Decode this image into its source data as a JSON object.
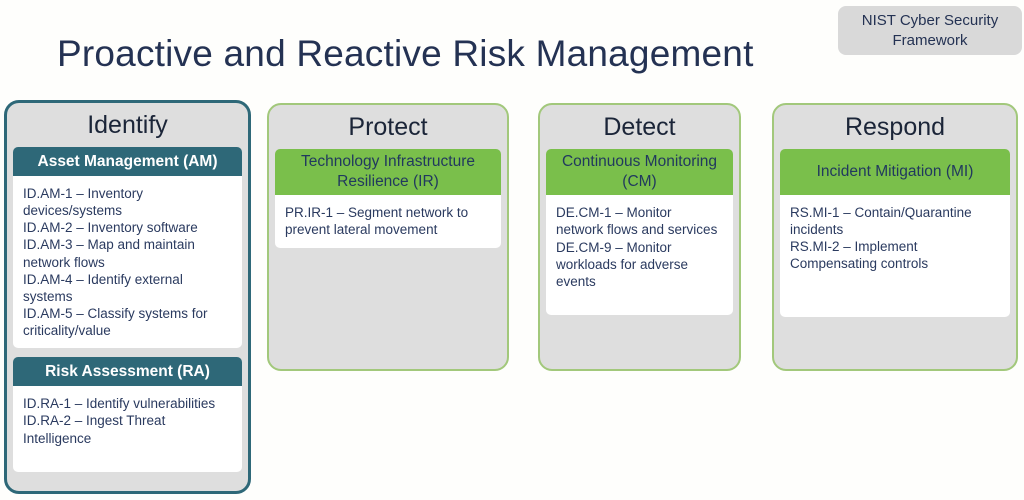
{
  "page": {
    "title": "Proactive and Reactive Risk Management",
    "badge": "NIST Cyber Security Framework"
  },
  "colors": {
    "teal_header": "#2e6878",
    "green_header": "#7abf4b",
    "green_border": "#a2c87b",
    "card_background": "#dedede",
    "badge_background": "#d9d9d9",
    "navy_text": "#243253"
  },
  "columns": [
    {
      "id": "identify",
      "title": "Identify",
      "theme": "teal",
      "sections": [
        {
          "header": "Asset Management (AM)",
          "items": [
            "ID.AM-1 – Inventory devices/systems",
            "ID.AM-2 – Inventory software",
            "ID.AM-3 – Map and maintain network flows",
            "ID.AM-4 – Identify external systems",
            "ID.AM-5 – Classify systems for criticality/value"
          ]
        },
        {
          "header": "Risk Assessment (RA)",
          "items": [
            "ID.RA-1 – Identify vulnerabilities",
            "ID.RA-2 – Ingest Threat Intelligence"
          ]
        }
      ]
    },
    {
      "id": "protect",
      "title": "Protect",
      "theme": "green",
      "sections": [
        {
          "header": "Technology Infrastructure Resilience (IR)",
          "items": [
            "PR.IR-1 – Segment network to prevent lateral movement"
          ]
        }
      ]
    },
    {
      "id": "detect",
      "title": "Detect",
      "theme": "green",
      "sections": [
        {
          "header": "Continuous Monitoring (CM)",
          "items": [
            "DE.CM-1 – Monitor network flows and services",
            "DE.CM-9 – Monitor workloads for adverse events"
          ]
        }
      ]
    },
    {
      "id": "respond",
      "title": "Respond",
      "theme": "green",
      "sections": [
        {
          "header": "Incident Mitigation (MI)",
          "items": [
            "RS.MI-1 – Contain/Quarantine incidents",
            "RS.MI-2 – Implement Compensating controls"
          ]
        }
      ]
    }
  ]
}
